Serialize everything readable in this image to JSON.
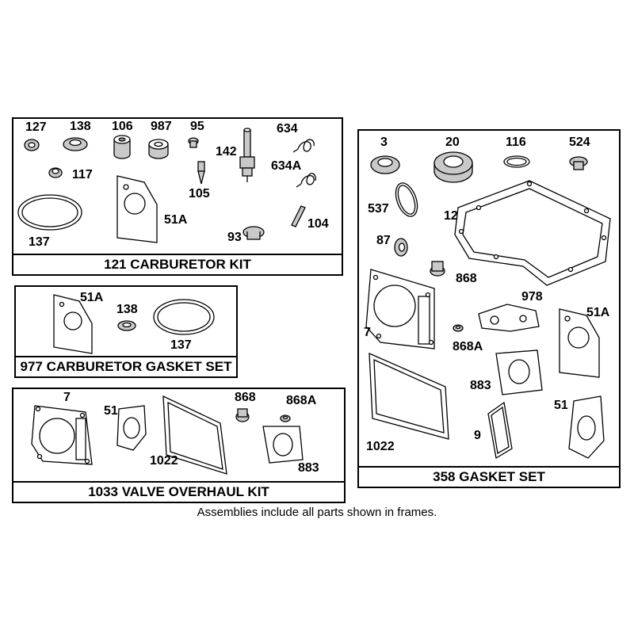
{
  "kits": {
    "carburetor_kit": {
      "caption": "121 CARBURETOR KIT",
      "parts": [
        "127",
        "138",
        "106",
        "987",
        "95",
        "142",
        "634",
        "634A",
        "117",
        "105",
        "137",
        "51A",
        "93",
        "104"
      ]
    },
    "carburetor_gasket_set": {
      "caption": "977 CARBURETOR GASKET SET",
      "parts": [
        "51A",
        "138",
        "137"
      ]
    },
    "valve_overhaul_kit": {
      "caption": "1033 VALVE OVERHAUL KIT",
      "parts": [
        "7",
        "51",
        "868",
        "868A",
        "1022",
        "883"
      ]
    },
    "gasket_set": {
      "caption": "358 GASKET SET",
      "parts": [
        "3",
        "20",
        "116",
        "524",
        "537",
        "12",
        "87",
        "868",
        "978",
        "7",
        "868A",
        "51A",
        "883",
        "1022",
        "51",
        "9"
      ]
    }
  },
  "footer_note": "Assemblies include all parts shown in frames."
}
